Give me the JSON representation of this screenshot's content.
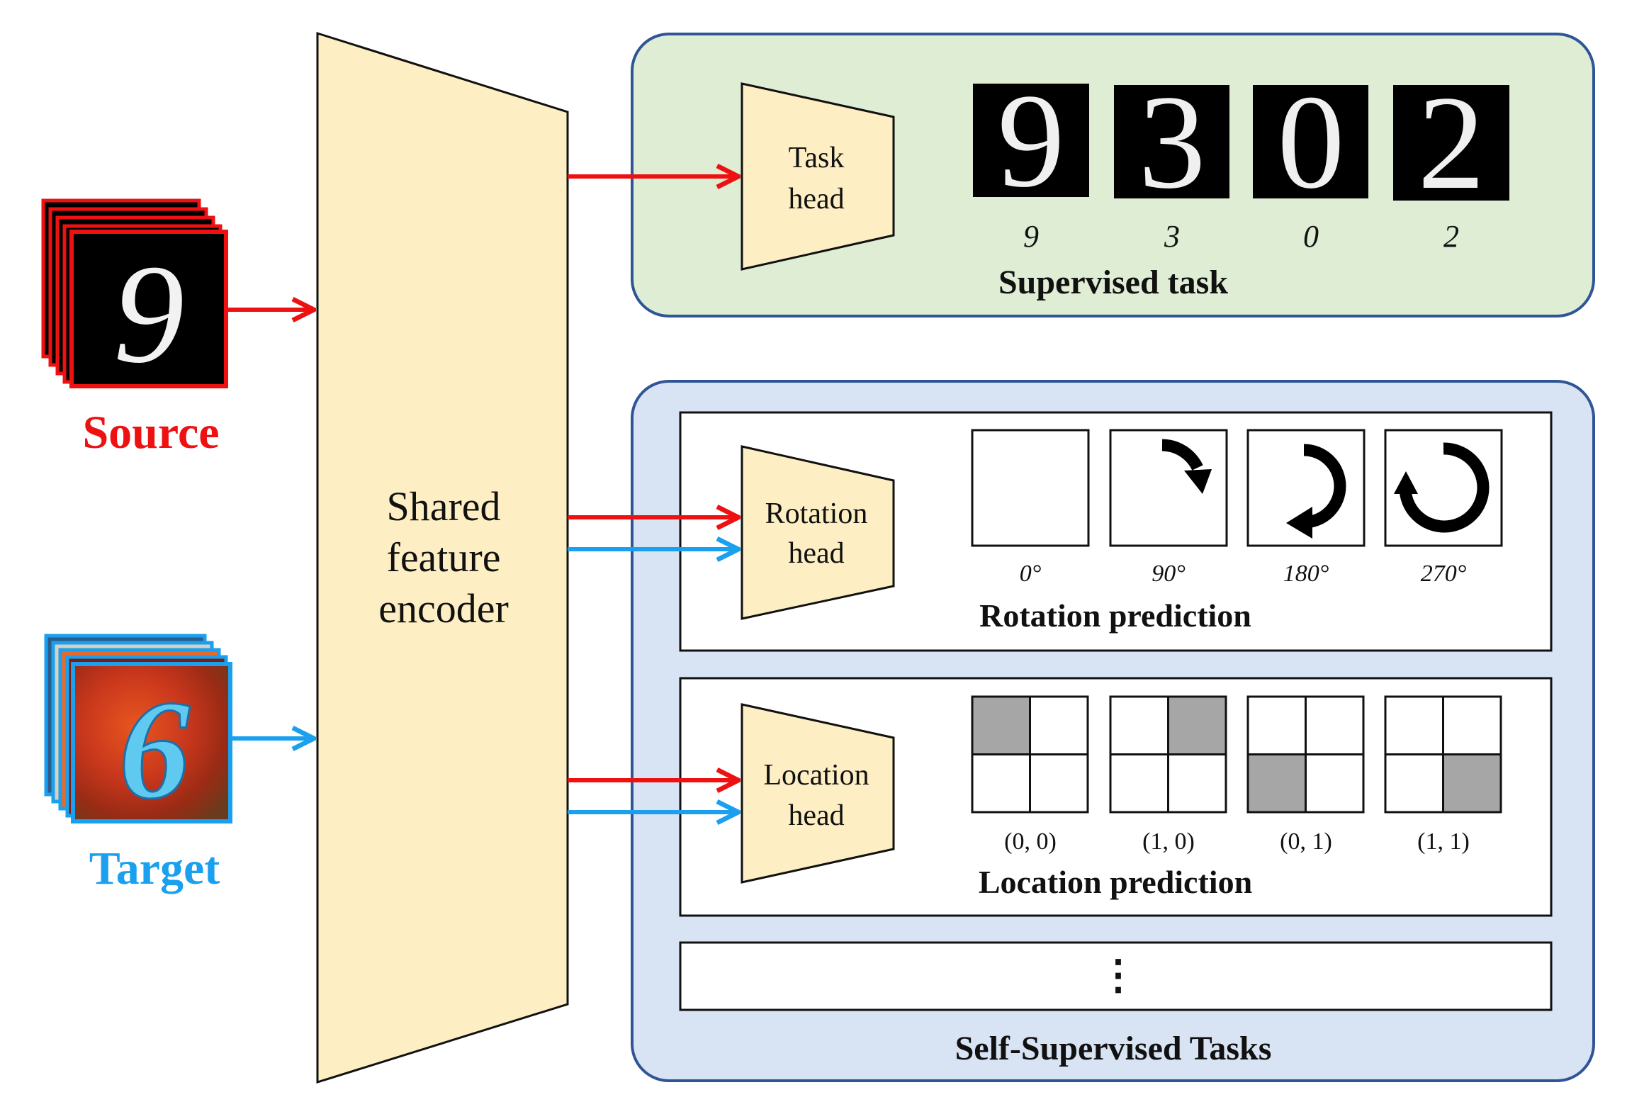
{
  "colors": {
    "source": "#ee1111",
    "target": "#1aa0ee",
    "head_fill": "#fdefc3",
    "supervised_panel": "#deedd4",
    "self_supervised_panel": "#d8e3f3",
    "panel_border": "#2f5597",
    "highlight_cell": "#a6a6a6"
  },
  "inputs": {
    "source_label": "Source",
    "source_digit": "9",
    "target_label": "Target",
    "target_digit": "6"
  },
  "encoder": {
    "line1": "Shared",
    "line2": "feature",
    "line3": "encoder"
  },
  "supervised": {
    "title": "Supervised task",
    "head_line1": "Task",
    "head_line2": "head",
    "samples": [
      {
        "glyph": "9",
        "label": "9"
      },
      {
        "glyph": "3",
        "label": "3"
      },
      {
        "glyph": "0",
        "label": "0"
      },
      {
        "glyph": "2",
        "label": "2"
      }
    ]
  },
  "self_supervised": {
    "title": "Self-Supervised Tasks",
    "rotation": {
      "title": "Rotation prediction",
      "head_line1": "Rotation",
      "head_line2": "head",
      "angles": [
        "0°",
        "90°",
        "180°",
        "270°"
      ]
    },
    "location": {
      "title": "Location prediction",
      "head_line1": "Location",
      "head_line2": "head",
      "positions": [
        "(0, 0)",
        "(1, 0)",
        "(0, 1)",
        "(1, 1)"
      ],
      "highlight": [
        [
          0,
          0
        ],
        [
          1,
          0
        ],
        [
          0,
          1
        ],
        [
          1,
          1
        ]
      ]
    },
    "more": "⋮"
  }
}
